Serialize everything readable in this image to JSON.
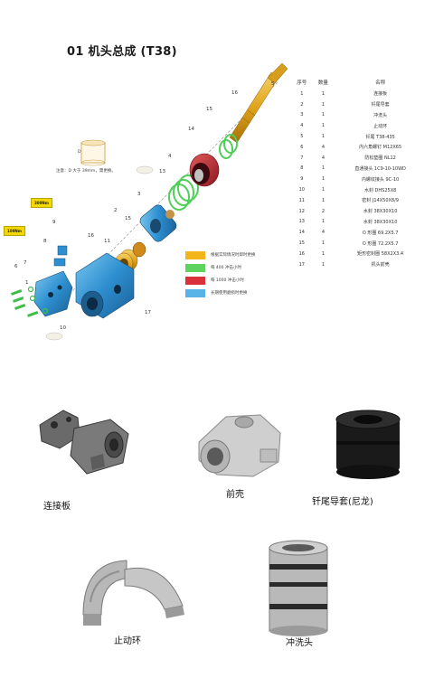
{
  "page": {
    "title": "01 机头总成 (T38)"
  },
  "diagram": {
    "tags": {
      "upper": "300Nm",
      "lower": "100Nm"
    },
    "note": "注意：D 大于 39mm，需更换。",
    "note_letter": "D",
    "part_numbers": [
      "1",
      "2",
      "3",
      "4",
      "5",
      "6",
      "7",
      "8",
      "9",
      "10",
      "11",
      "12",
      "13",
      "14",
      "15",
      "16",
      "17"
    ]
  },
  "parts_table": {
    "headers": {
      "no": "序号",
      "qty": "数量",
      "name": "名称"
    },
    "rows": [
      {
        "no": "1",
        "qty": "1",
        "name": "连接板"
      },
      {
        "no": "2",
        "qty": "1",
        "name": "钎尾导套"
      },
      {
        "no": "3",
        "qty": "1",
        "name": "冲洗头"
      },
      {
        "no": "4",
        "qty": "1",
        "name": "止动环"
      },
      {
        "no": "5",
        "qty": "1",
        "name": "钎尾 T38-435"
      },
      {
        "no": "6",
        "qty": "4",
        "name": "内六角螺钉 M12X65"
      },
      {
        "no": "7",
        "qty": "4",
        "name": "防松垫圈 NL12"
      },
      {
        "no": "8",
        "qty": "1",
        "name": "直通接头 1C9-10-10WD"
      },
      {
        "no": "9",
        "qty": "1",
        "name": "内螺纹接头 9C-10"
      },
      {
        "no": "10",
        "qty": "1",
        "name": "水封 DHS25X8"
      },
      {
        "no": "11",
        "qty": "1",
        "name": "密封 J14X50X8/9"
      },
      {
        "no": "12",
        "qty": "2",
        "name": "水封 38X30X10"
      },
      {
        "no": "13",
        "qty": "1",
        "name": "水封 38X30X10"
      },
      {
        "no": "14",
        "qty": "4",
        "name": "O 形圈 69.2X5.7"
      },
      {
        "no": "15",
        "qty": "1",
        "name": "O 形圈 72.2X5.7"
      },
      {
        "no": "16",
        "qty": "1",
        "name": "矩形密封圈 58X2X3.4"
      },
      {
        "no": "17",
        "qty": "1",
        "name": "机头前壳"
      }
    ]
  },
  "legend": {
    "items": [
      {
        "text": "根据实际情况时即时更换",
        "color": "#f2b51c"
      },
      {
        "text": "每 400 冲击小时",
        "color": "#5fd35f"
      },
      {
        "text": "每 1000 冲击小时",
        "color": "#d9303a"
      },
      {
        "text": "长期使用磨损时更换",
        "color": "#58b4e6"
      }
    ]
  },
  "photos": {
    "connecting_plate": "连接板",
    "front_housing": "前壳",
    "shank_bush": "钎尾导套(尼龙)",
    "stop_ring": "止动环",
    "flushing_head": "冲洗头"
  }
}
